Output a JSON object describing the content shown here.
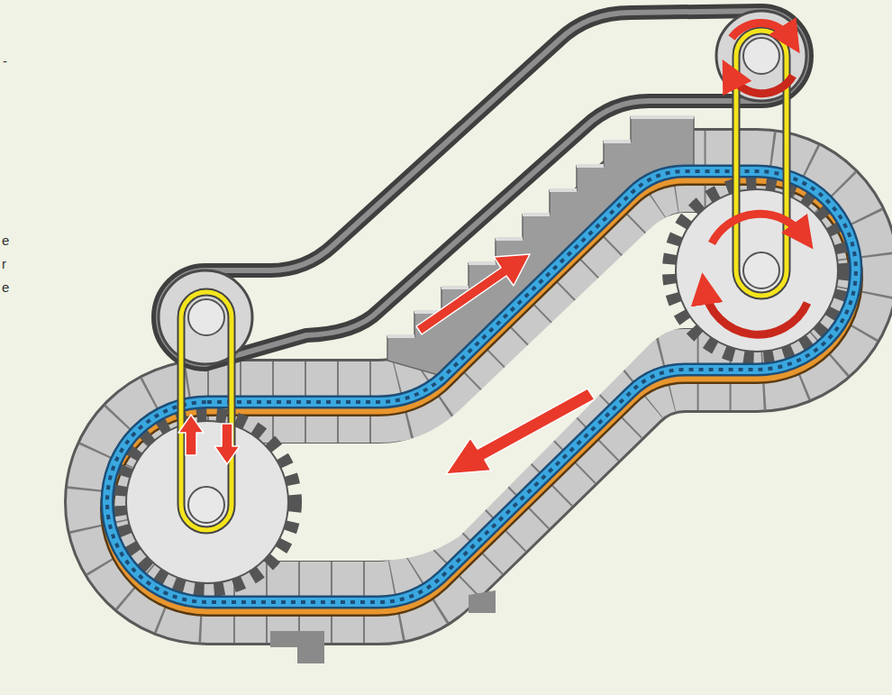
{
  "diagram": {
    "labels": [
      "-",
      "e",
      "r",
      "e"
    ]
  }
}
